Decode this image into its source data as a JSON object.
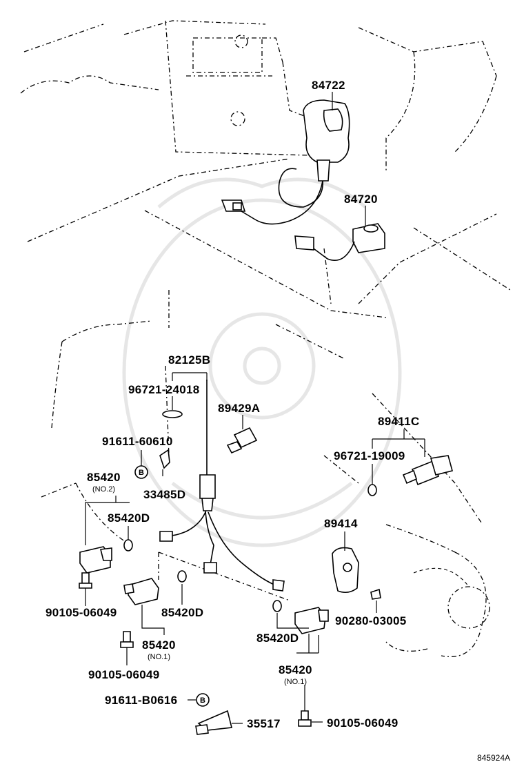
{
  "diagram_id": "845924A",
  "labels": {
    "p84722": "84722",
    "p84720": "84720",
    "p82125B": "82125B",
    "p96721_24018": "96721-24018",
    "p89429A": "89429A",
    "p91611_60610": "91611-60610",
    "p85420_no2": "85420",
    "no2": "(NO.2)",
    "p33485D": "33485D",
    "p85420D_a": "85420D",
    "p89411C": "89411C",
    "p96721_19009": "96721-19009",
    "p89414": "89414",
    "p90105_a": "90105-06049",
    "p85420D_b": "85420D",
    "p85420_no1_a": "85420",
    "no1_a": "(NO.1)",
    "p90105_b": "90105-06049",
    "p85420D_c": "85420D",
    "p90280_03005": "90280-03005",
    "p85420_no1_b": "85420",
    "no1_b": "(NO.1)",
    "p91611_B0616": "91611-B0616",
    "p35517": "35517",
    "p90105_c": "90105-06049",
    "circle_b": "B"
  }
}
